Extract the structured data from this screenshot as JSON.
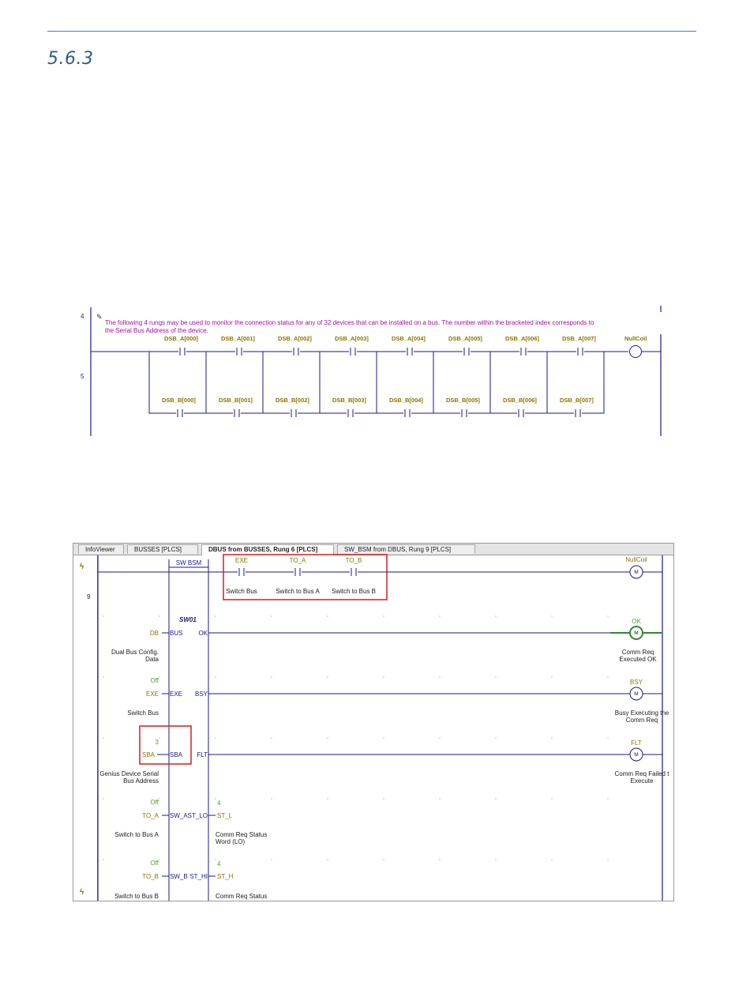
{
  "section": {
    "number": "5.6.3"
  },
  "figure1": {
    "rungs": [
      "4",
      "5"
    ],
    "comment": [
      "The following 4 rungs may be used to monitor the connection status for any of 32 devices that can be installed on a bus.  The number within the bracketed index corresponds to",
      "the Serial Bus Address of the device."
    ],
    "contacts_a": [
      "DSB_A[000]",
      "DSB_A[001]",
      "DSB_A[002]",
      "DSB_A[003]",
      "DSB_A[004]",
      "DSB_A[005]",
      "DSB_A[006]",
      "DSB_A[007]"
    ],
    "contacts_b": [
      "DSB_B[000]",
      "DSB_B[001]",
      "DSB_B[002]",
      "DSB_B[003]",
      "DSB_B[004]",
      "DSB_B[005]",
      "DSB_B[006]",
      "DSB_B[007]"
    ],
    "coil": "NullCoil"
  },
  "figure2": {
    "tabs": [
      "InfoViewer",
      "BUSSES [PLCS]",
      "DBUS from BUSSES, Rung 6 [PLCS]",
      "SW_BSM from DBUS, Rung 9 [PLCS]"
    ],
    "rung_number": "9",
    "block_name": "SW BSM",
    "instance": "SW01",
    "top_contacts": [
      {
        "name": "EXE",
        "desc": "Switch Bus"
      },
      {
        "name": "TO_A",
        "desc": "Switch to Bus A"
      },
      {
        "name": "TO_B",
        "desc": "Switch to Bus B"
      }
    ],
    "top_coil": {
      "name": "NullCoil",
      "symbol": "M"
    },
    "inputs": [
      {
        "value": "",
        "var": "DB",
        "pin": "BUS",
        "desc": "Dual Bus Config.\nData"
      },
      {
        "value": "Off",
        "var": "EXE",
        "pin": "EXE",
        "desc": "Switch Bus"
      },
      {
        "value": "3",
        "var": "SBA",
        "pin": "SBA",
        "desc": "Genius Device Serial\nBus Address"
      },
      {
        "value": "Off",
        "var": "TO_A",
        "pin": "SW_A",
        "desc": "Switch to Bus A"
      },
      {
        "value": "Off",
        "var": "TO_B",
        "pin": "SW_B",
        "desc": "Switch to Bus B"
      }
    ],
    "outputs": [
      {
        "pin": "OK",
        "coil": "OK",
        "symbol": "M",
        "desc": "Comm Req\nExecuted OK"
      },
      {
        "pin": "BSY",
        "coil": "BSY",
        "symbol": "M",
        "desc": "Busy Executing the\nComm Req"
      },
      {
        "pin": "FLT",
        "coil": "FLT",
        "symbol": "M",
        "desc": "Comm Req Failed t\nExecute"
      }
    ],
    "word_outputs": [
      {
        "pin": "ST_LO",
        "value": "4",
        "var": "ST_L",
        "desc": "Comm Req Status\nWord (LO)"
      },
      {
        "pin": "ST_HI",
        "value": "4",
        "var": "ST_H",
        "desc": "Comm Req Status"
      }
    ],
    "colors": {
      "energized": "#2e8b2e",
      "rail": "#1a1a8a",
      "highlight": "#cc2020"
    }
  }
}
